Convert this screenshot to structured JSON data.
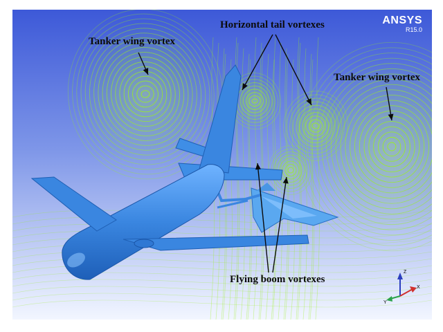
{
  "brand": {
    "name": "ANSYS",
    "version": "R15.0"
  },
  "labels": {
    "tanker_left": "Tanker wing vortex",
    "horizontal_tail": "Horizontal tail vortexes",
    "tanker_right": "Tanker wing vortex",
    "flying_boom": "Flying boom vortexes"
  },
  "triad": {
    "x": "X",
    "y": "Y",
    "z": "Z"
  },
  "colors": {
    "background_top": "#3d59d8",
    "background_bottom": "#f2f6ff",
    "streamline": "#9bf21a",
    "tanker_body": "#3a86e0",
    "annotation": "#0b0b0b"
  }
}
